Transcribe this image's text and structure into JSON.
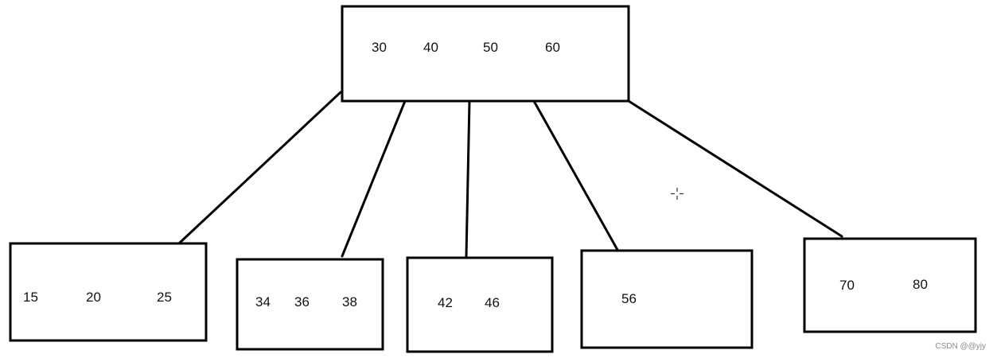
{
  "tree": {
    "root": {
      "keys": [
        "30",
        "40",
        "50",
        "60"
      ]
    },
    "children": [
      {
        "keys": [
          "15",
          "20",
          "25"
        ]
      },
      {
        "keys": [
          "34",
          "36",
          "38"
        ]
      },
      {
        "keys": [
          "42",
          "46"
        ]
      },
      {
        "keys": [
          "56"
        ]
      },
      {
        "keys": [
          "70",
          "80"
        ]
      }
    ]
  },
  "watermark": "CSDN @@yjy",
  "colors": {
    "stroke": "#000000",
    "background": "#ffffff",
    "watermark": "#8a8a8a"
  },
  "icons": {
    "cursor": "move-cursor-icon"
  }
}
